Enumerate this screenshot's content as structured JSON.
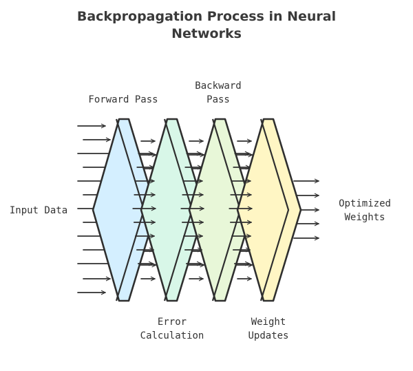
{
  "title": {
    "line1": "Backpropagation Process in Neural",
    "line2": "Networks"
  },
  "labels": {
    "forward_pass": "Forward Pass",
    "backward_pass_line1": "Backward",
    "backward_pass_line2": "Pass",
    "input_data": "Input Data",
    "optimized_line1": "Optimized",
    "optimized_line2": "Weights",
    "error_line1": "Error",
    "error_line2": "Calculation",
    "weight_line1": "Weight",
    "weight_line2": "Updates"
  },
  "stages": [
    {
      "name": "Forward Pass",
      "color": "#d4efff"
    },
    {
      "name": "Error Calculation",
      "color": "#d8f7e8"
    },
    {
      "name": "Backward Pass",
      "color": "#e8f7d8"
    },
    {
      "name": "Weight Updates",
      "color": "#fff6c4"
    }
  ],
  "colors": {
    "stroke": "#2f2f2f",
    "text": "#333333"
  }
}
